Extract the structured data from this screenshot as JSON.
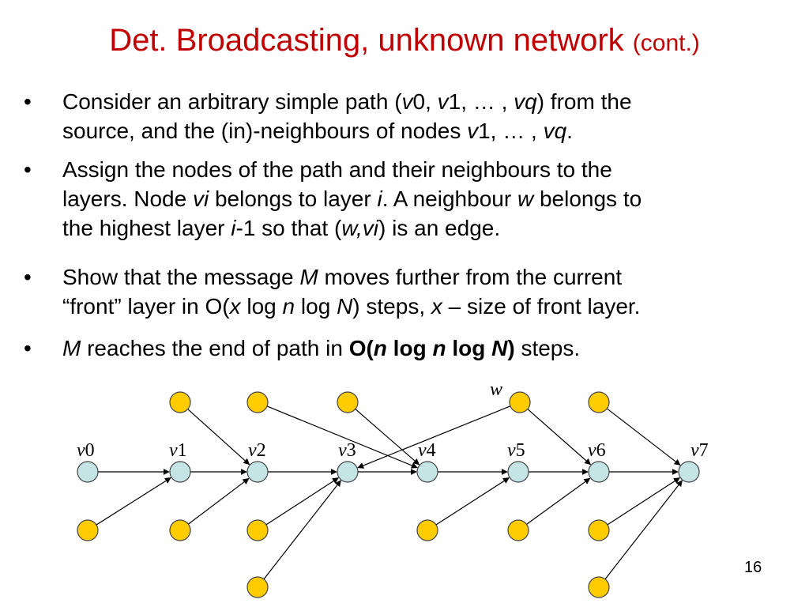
{
  "slide": {
    "title": "Det. Broadcasting, unknown network",
    "title_suffix": "(cont.)",
    "page_number": "16",
    "bullet_char": "•",
    "bullets": [
      {
        "lines": [
          [
            {
              "t": "Consider an arbitrary simple path ("
            },
            {
              "t": "v",
              "i": true
            },
            {
              "t": "0, "
            },
            {
              "t": "v",
              "i": true
            },
            {
              "t": "1, … , "
            },
            {
              "t": "vq",
              "i": true
            },
            {
              "t": ") from the"
            }
          ],
          [
            {
              "t": "source, and the (in)-neighbours of nodes "
            },
            {
              "t": "v",
              "i": true
            },
            {
              "t": "1, … , "
            },
            {
              "t": "vq",
              "i": true
            },
            {
              "t": "."
            }
          ]
        ]
      },
      {
        "lines": [
          [
            {
              "t": "Assign the nodes of the path and their neighbours to the"
            }
          ],
          [
            {
              "t": "layers. Node "
            },
            {
              "t": "vi",
              "i": true
            },
            {
              "t": " belongs to layer "
            },
            {
              "t": "i",
              "i": true
            },
            {
              "t": ". A neighbour "
            },
            {
              "t": "w",
              "i": true
            },
            {
              "t": " belongs to"
            }
          ],
          [
            {
              "t": "the highest layer "
            },
            {
              "t": "i",
              "i": true
            },
            {
              "t": "-1 so that ("
            },
            {
              "t": "w,vi",
              "i": true
            },
            {
              "t": ") is an edge."
            }
          ]
        ]
      },
      {
        "lines": [
          [
            {
              "t": "Show that the message "
            },
            {
              "t": "M",
              "i": true
            },
            {
              "t": " moves further from the current"
            }
          ],
          [
            {
              "t": "“front” layer in O("
            },
            {
              "t": "x",
              "i": true
            },
            {
              "t": " log "
            },
            {
              "t": "n",
              "i": true
            },
            {
              "t": " log "
            },
            {
              "t": "N",
              "i": true
            },
            {
              "t": ") steps, "
            },
            {
              "t": "x",
              "i": true
            },
            {
              "t": " – size of front layer."
            }
          ]
        ]
      },
      {
        "lines": [
          [
            {
              "t": "M",
              "i": true
            },
            {
              "t": " reaches the end of path in "
            },
            {
              "t": "O(",
              "b": true
            },
            {
              "t": "n",
              "b": true,
              "i": true
            },
            {
              "t": " log ",
              "b": true
            },
            {
              "t": "n",
              "b": true,
              "i": true
            },
            {
              "t": " log ",
              "b": true
            },
            {
              "t": "N",
              "b": true,
              "i": true
            },
            {
              "t": ")",
              "b": true
            },
            {
              "t": " steps."
            }
          ]
        ]
      }
    ]
  },
  "diagram": {
    "colors": {
      "path_node_fill": "#c5e4e6",
      "neighbour_fill": "#ffcc00",
      "stroke": "#444444",
      "edge": "#000000"
    },
    "path_nodes": [
      {
        "id": "v0",
        "prefix": "v",
        "index": "0"
      },
      {
        "id": "v1",
        "prefix": "v",
        "index": "1"
      },
      {
        "id": "v2",
        "prefix": "v",
        "index": "2"
      },
      {
        "id": "v3",
        "prefix": "v",
        "index": "3"
      },
      {
        "id": "v4",
        "prefix": "v",
        "index": "4"
      },
      {
        "id": "v5",
        "prefix": "v",
        "index": "5"
      },
      {
        "id": "v6",
        "prefix": "v",
        "index": "6"
      },
      {
        "id": "v7",
        "prefix": "v",
        "index": "7"
      }
    ],
    "neighbour_nodes": [
      {
        "id": "a1"
      },
      {
        "id": "a2"
      },
      {
        "id": "a3"
      },
      {
        "id": "w",
        "label": "w"
      },
      {
        "id": "a6"
      },
      {
        "id": "b1"
      },
      {
        "id": "b2"
      },
      {
        "id": "b3"
      },
      {
        "id": "b4"
      },
      {
        "id": "b5"
      },
      {
        "id": "b6"
      },
      {
        "id": "c2"
      },
      {
        "id": "c6"
      }
    ],
    "edges": [
      [
        "v0",
        "v1"
      ],
      [
        "v1",
        "v2"
      ],
      [
        "v2",
        "v3"
      ],
      [
        "v3",
        "v4"
      ],
      [
        "v4",
        "v5"
      ],
      [
        "v5",
        "v6"
      ],
      [
        "v6",
        "v7"
      ],
      [
        "a1",
        "v2"
      ],
      [
        "a2",
        "v4"
      ],
      [
        "a3",
        "v4"
      ],
      [
        "w",
        "v3"
      ],
      [
        "w",
        "v6"
      ],
      [
        "a6",
        "v7"
      ],
      [
        "b1",
        "v1"
      ],
      [
        "b2",
        "v2"
      ],
      [
        "b3",
        "v3"
      ],
      [
        "b4",
        "v5"
      ],
      [
        "b5",
        "v6"
      ],
      [
        "b6",
        "v7"
      ],
      [
        "c2",
        "v3"
      ],
      [
        "c6",
        "v7"
      ]
    ]
  }
}
